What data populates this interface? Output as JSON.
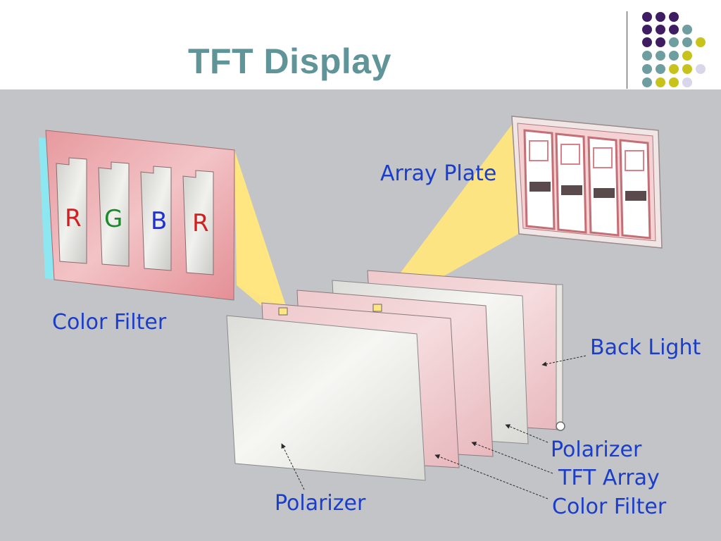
{
  "slide": {
    "title": "TFT Display"
  },
  "diagram": {
    "labels": {
      "color_filter_callout": "Color Filter",
      "array_plate_callout": "Array Plate",
      "back_light": "Back Light",
      "polarizer_rear": "Polarizer",
      "tft_array": "TFT Array",
      "color_filter_layer": "Color Filter",
      "polarizer_front": "Polarizer"
    },
    "filter_stripes": [
      {
        "letter": "R",
        "color": "#d22020"
      },
      {
        "letter": "G",
        "color": "#1a8a2a"
      },
      {
        "letter": "B",
        "color": "#1f2fd0"
      },
      {
        "letter": "R",
        "color": "#d22020"
      }
    ]
  },
  "theme": {
    "title_color": "#5f9499",
    "label_color": "#1a3ec9",
    "panel_background": "#c3c4c7",
    "highlight_yellow": "#ffe680",
    "dot_purple": "#3f1d63",
    "dot_teal": "#6e9ea0",
    "dot_olive": "#c8c21c",
    "dot_lavender": "#d8d6e8"
  }
}
